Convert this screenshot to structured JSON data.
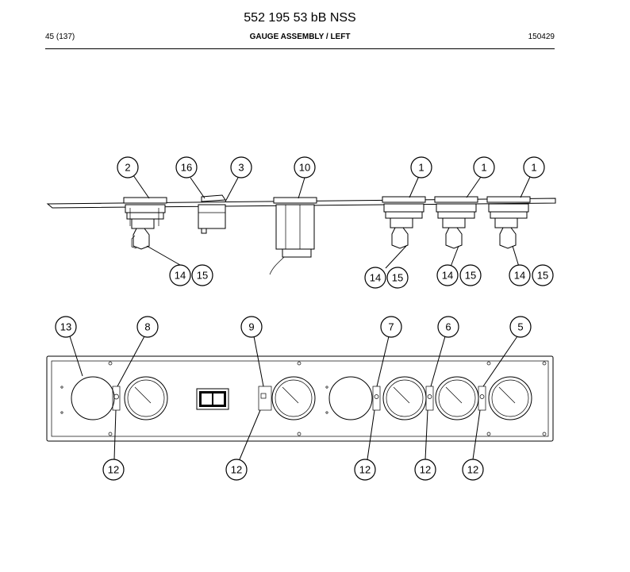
{
  "header": {
    "doc_number": "552 195 53 bB NSS",
    "page": "45 (137)",
    "title": "GAUGE ASSEMBLY / LEFT",
    "date_code": "150429"
  },
  "callouts": {
    "top_view": [
      "2",
      "16",
      "3",
      "10",
      "1",
      "1",
      "1"
    ],
    "top_fittings": [
      "14",
      "15",
      "14",
      "15",
      "14",
      "15",
      "14",
      "15"
    ],
    "front_top": [
      "13",
      "8",
      "9",
      "7",
      "6",
      "5"
    ],
    "front_bottom": [
      "12",
      "12",
      "12",
      "12",
      "12"
    ]
  }
}
